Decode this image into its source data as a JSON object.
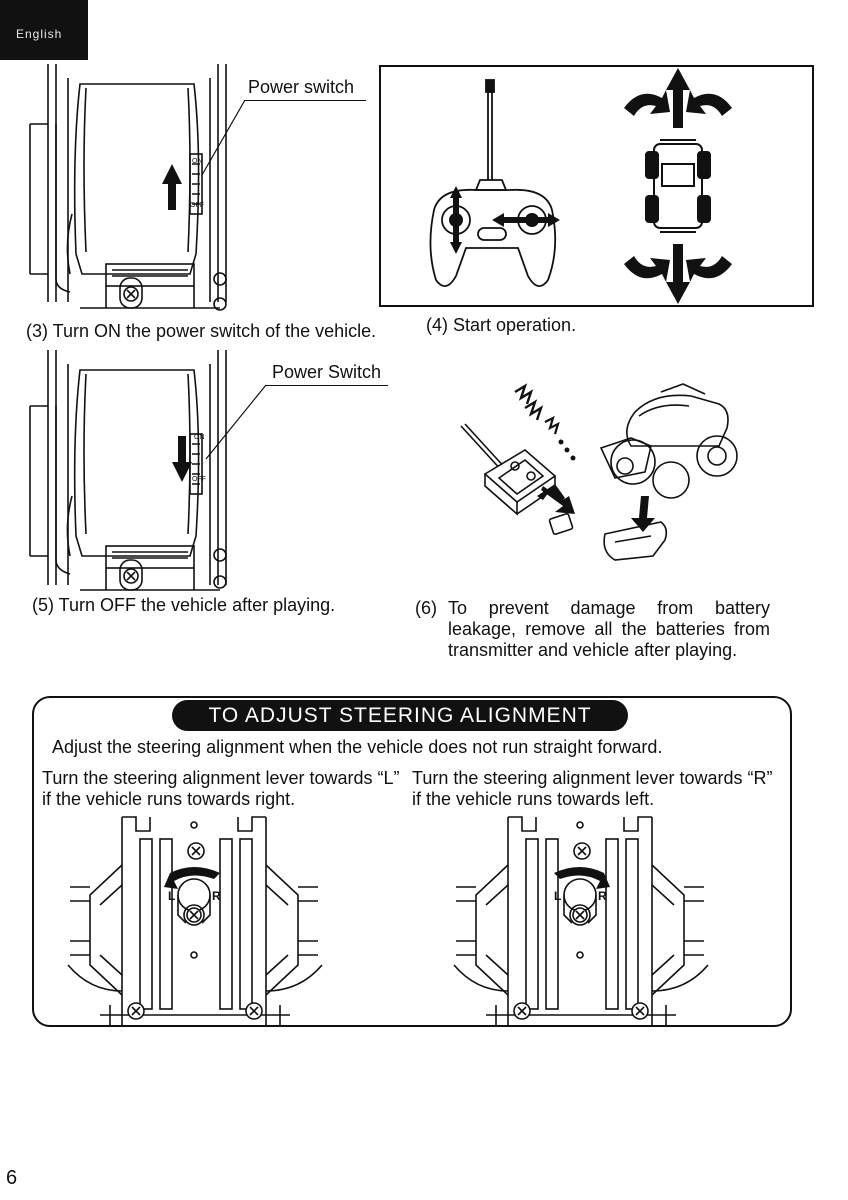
{
  "header": {
    "language_tab": "English"
  },
  "steps": [
    {
      "caption": "(3) Turn ON the power switch of the vehicle.",
      "callout": "Power switch",
      "switch_on": "ON",
      "switch_off": "OFF"
    },
    {
      "caption": "(4) Start operation."
    },
    {
      "caption": "(5) Turn OFF the vehicle after playing.",
      "callout": "Power Switch",
      "switch_on": "ON",
      "switch_off": "OFF"
    },
    {
      "caption": "(6) To prevent damage from battery leakage, remove all the batteries from transmitter and vehicle after playing."
    }
  ],
  "steering": {
    "heading": "TO ADJUST STEERING ALIGNMENT",
    "intro": "Adjust the steering alignment when the vehicle does not run straight forward.",
    "left_text": "Turn the steering alignment lever towards “L” if the vehicle runs towards right.",
    "right_text": "Turn the steering alignment lever towards “R” if the vehicle runs towards left.",
    "lever_left": "L",
    "lever_right": "R"
  },
  "footer": {
    "page_number": "6"
  },
  "colors": {
    "ink": "#111111",
    "paper": "#ffffff",
    "tab": "#111111"
  },
  "icons": [
    "up-arrow-icon",
    "down-arrow-icon",
    "transmitter-icon",
    "truck-icon",
    "battery-icon",
    "screw-icon",
    "lever-arrow-icon"
  ]
}
